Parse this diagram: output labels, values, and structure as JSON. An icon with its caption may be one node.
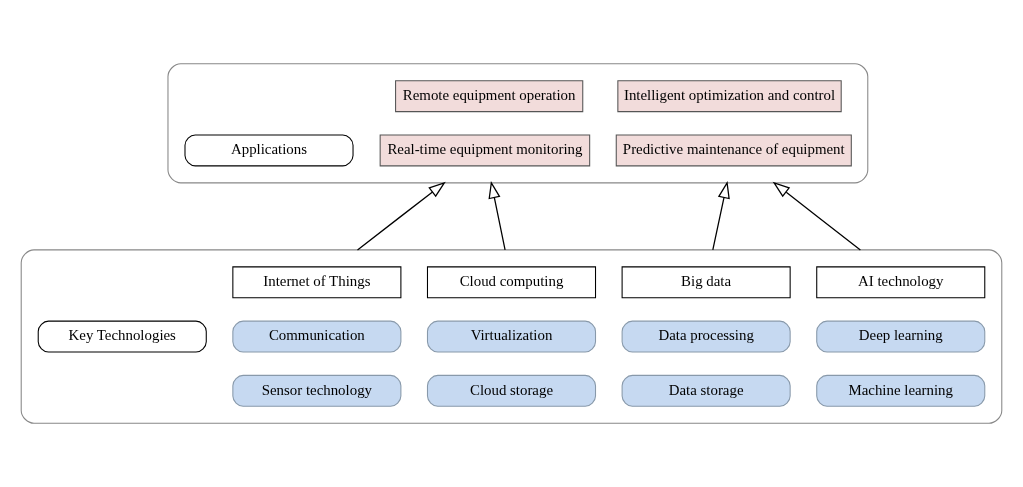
{
  "diagram": {
    "nodes": [
      {
        "text": [],
        "shape": "box"
      },
      {
        "text": [
          "Applications"
        ],
        "in": 0
      },
      {
        "text": [
          "Remote equipment operation"
        ],
        "in": 0
      },
      {
        "text": [
          "Intelligent optimization and control"
        ],
        "in": 0
      },
      {
        "text": [
          "Real-time equipment monitoring"
        ],
        "in": 0
      },
      {
        "text": [
          "Predictive maintenance of equipment"
        ],
        "in": 0
      },
      {
        "text": [],
        "shape": "box"
      },
      {
        "text": [
          "Key Technologies"
        ],
        "in": 6
      },
      {
        "text": [
          "Internet of Things"
        ],
        "in": 6
      },
      {
        "text": [
          "Cloud computing"
        ],
        "in": 6
      },
      {
        "text": [
          "Big data"
        ],
        "in": 6
      },
      {
        "text": [
          "AI technology"
        ],
        "in": 6
      },
      {
        "text": [
          "Communication"
        ],
        "in": 6
      },
      {
        "text": [
          "Virtualization"
        ],
        "in": 6
      },
      {
        "text": [
          "Data processing"
        ],
        "in": 6
      },
      {
        "text": [
          "Deep learning"
        ],
        "in": 6
      },
      {
        "text": [
          "Sensor technology"
        ],
        "in": 6
      },
      {
        "text": [
          "Cloud storage"
        ],
        "in": 6
      },
      {
        "text": [
          "Data storage"
        ],
        "in": 6
      },
      {
        "text": [
          "Machine learning"
        ],
        "in": 6
      }
    ],
    "edges": [
      {
        "from": 6,
        "to": 0,
        "arrow": "to"
      },
      {
        "from": 6,
        "to": 0,
        "arrow": "to"
      },
      {
        "from": 6,
        "to": 0,
        "arrow": "to"
      },
      {
        "from": 6,
        "to": 0,
        "arrow": "to"
      }
    ]
  }
}
